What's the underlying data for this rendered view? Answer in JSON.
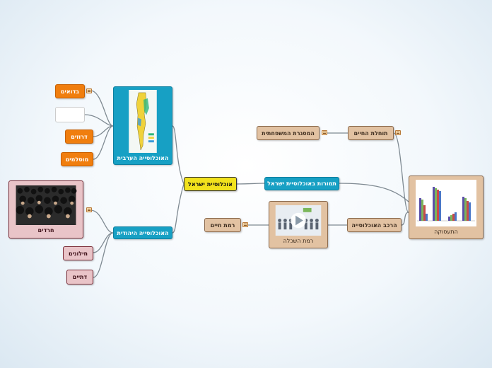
{
  "root": {
    "label": "אוכלוסיית ישראל"
  },
  "branches": {
    "arab": {
      "label": "האוכלוסייה הערבית"
    },
    "jewish": {
      "label": "האוכלוסייה היהודית"
    },
    "trends": {
      "label": "תמורות באוכלוסיית ישראל"
    },
    "employment": {
      "label": "התעסוקה"
    },
    "composition": {
      "label": "הרכב האוכלוסייה"
    },
    "education": {
      "label": "רמת השכלה"
    },
    "life_level": {
      "label": "רמת חיים"
    },
    "life_expectancy": {
      "label": "תוחלת החיים"
    },
    "family": {
      "label": "המסגרת המשפחתית"
    }
  },
  "arab_children": [
    {
      "label": "בדואים"
    },
    {
      "label": ""
    },
    {
      "label": "דרוזים"
    },
    {
      "label": "מוסלמים"
    }
  ],
  "jewish_children": [
    {
      "label": "חרדים"
    },
    {
      "label": "חילונים"
    },
    {
      "label": "דתיים"
    }
  ],
  "colors": {
    "connector": "#7f8a92",
    "tan": "#e2c2a2",
    "teal": "#17a0c4",
    "orange": "#f07e0e",
    "pink": "#e9c4c8",
    "root": "#f2e21c"
  },
  "icons": [
    "map-image",
    "crowd-photo",
    "bar-chart-image",
    "video-thumbnail",
    "play-icon",
    "collapse-toggle-icon"
  ]
}
